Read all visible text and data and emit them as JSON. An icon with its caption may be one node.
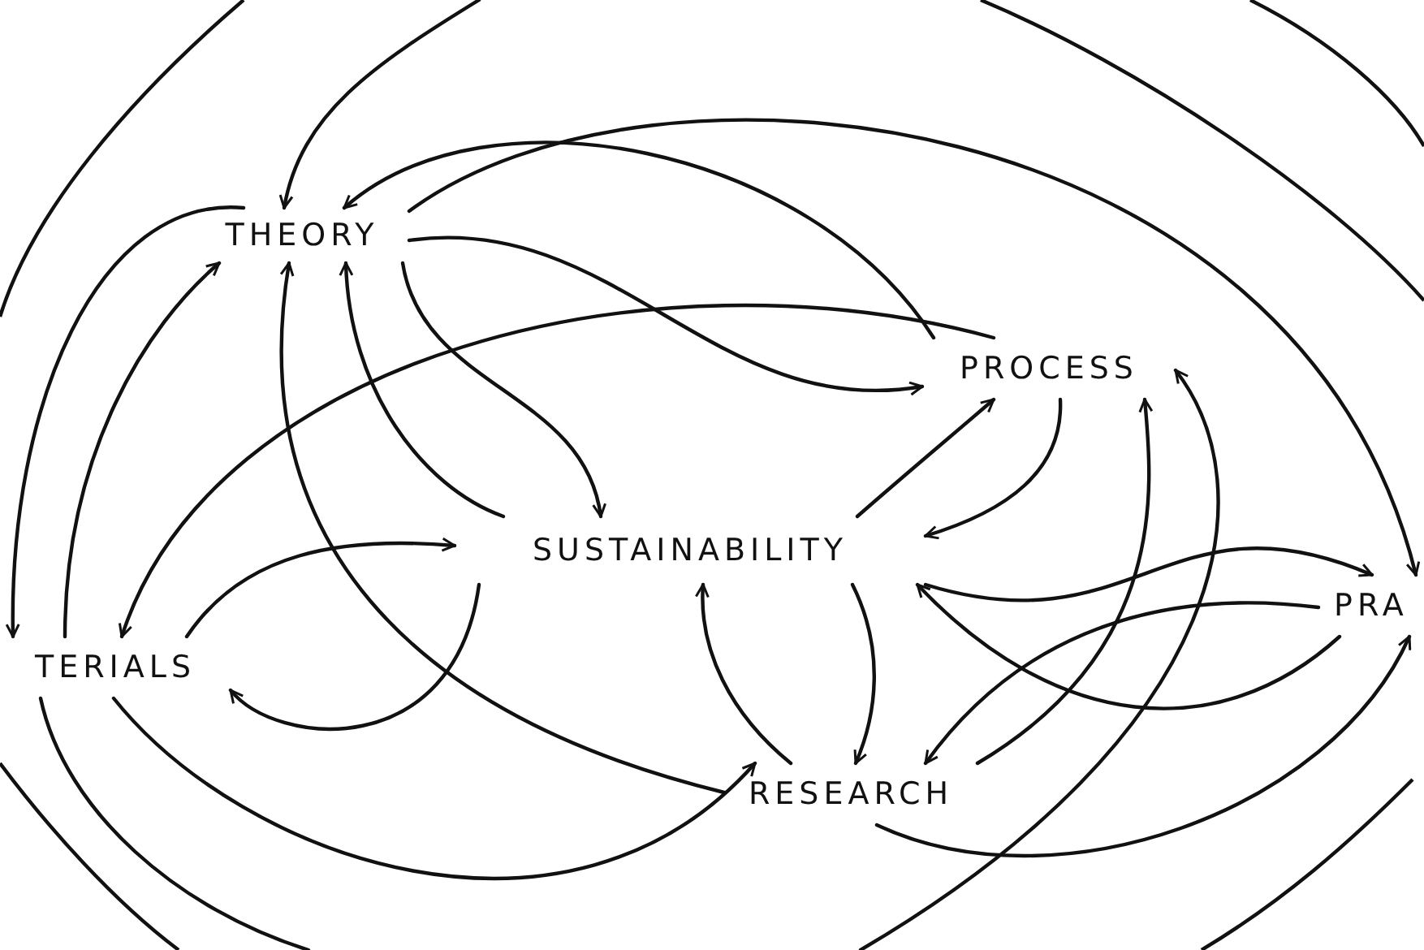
{
  "diagram": {
    "nodes": [
      {
        "text": [
          "THEORY"
        ]
      },
      {
        "text": [
          "PROCESS"
        ]
      },
      {
        "text": [
          "TERIALS"
        ]
      },
      {
        "text": [
          "SUSTAINABILITY"
        ]
      },
      {
        "text": [
          "PRA"
        ]
      },
      {
        "text": [
          "RESEARCH"
        ]
      }
    ],
    "edges": [
      {
        "from": 1,
        "to": 0,
        "arrow": "to"
      },
      {
        "from": null,
        "to": 0,
        "arrow": "to"
      },
      {
        "from": 0,
        "to": 4,
        "arrow": "to"
      },
      {
        "from": 0,
        "to": 2,
        "arrow": "to"
      },
      {
        "from": 2,
        "to": 0,
        "arrow": "to"
      },
      {
        "from": 5,
        "to": 0,
        "arrow": "to"
      },
      {
        "from": 3,
        "to": 0,
        "arrow": "to"
      },
      {
        "from": 0,
        "to": 3,
        "arrow": "to"
      },
      {
        "from": 0,
        "to": 1,
        "arrow": "to"
      },
      {
        "from": 1,
        "to": 2,
        "arrow": "to"
      },
      {
        "from": 2,
        "to": 3,
        "arrow": "to"
      },
      {
        "from": 3,
        "to": 2,
        "arrow": "to"
      },
      {
        "from": 2,
        "to": 5,
        "arrow": "to"
      },
      {
        "from": 3,
        "to": 1,
        "arrow": "to"
      },
      {
        "from": 1,
        "to": 3,
        "arrow": "to"
      },
      {
        "from": 3,
        "to": 4,
        "arrow": "to"
      },
      {
        "from": 4,
        "to": 5,
        "arrow": "to"
      },
      {
        "from": 4,
        "to": 3,
        "arrow": "to"
      },
      {
        "from": 3,
        "to": 5,
        "arrow": "to"
      },
      {
        "from": 5,
        "to": 3,
        "arrow": "to"
      },
      {
        "from": 5,
        "to": 1,
        "arrow": "to"
      },
      {
        "from": null,
        "to": 1,
        "arrow": "to"
      },
      {
        "from": 5,
        "to": 4,
        "arrow": "to"
      },
      {
        "from": 2,
        "to": null,
        "arrow": "none"
      }
    ]
  }
}
